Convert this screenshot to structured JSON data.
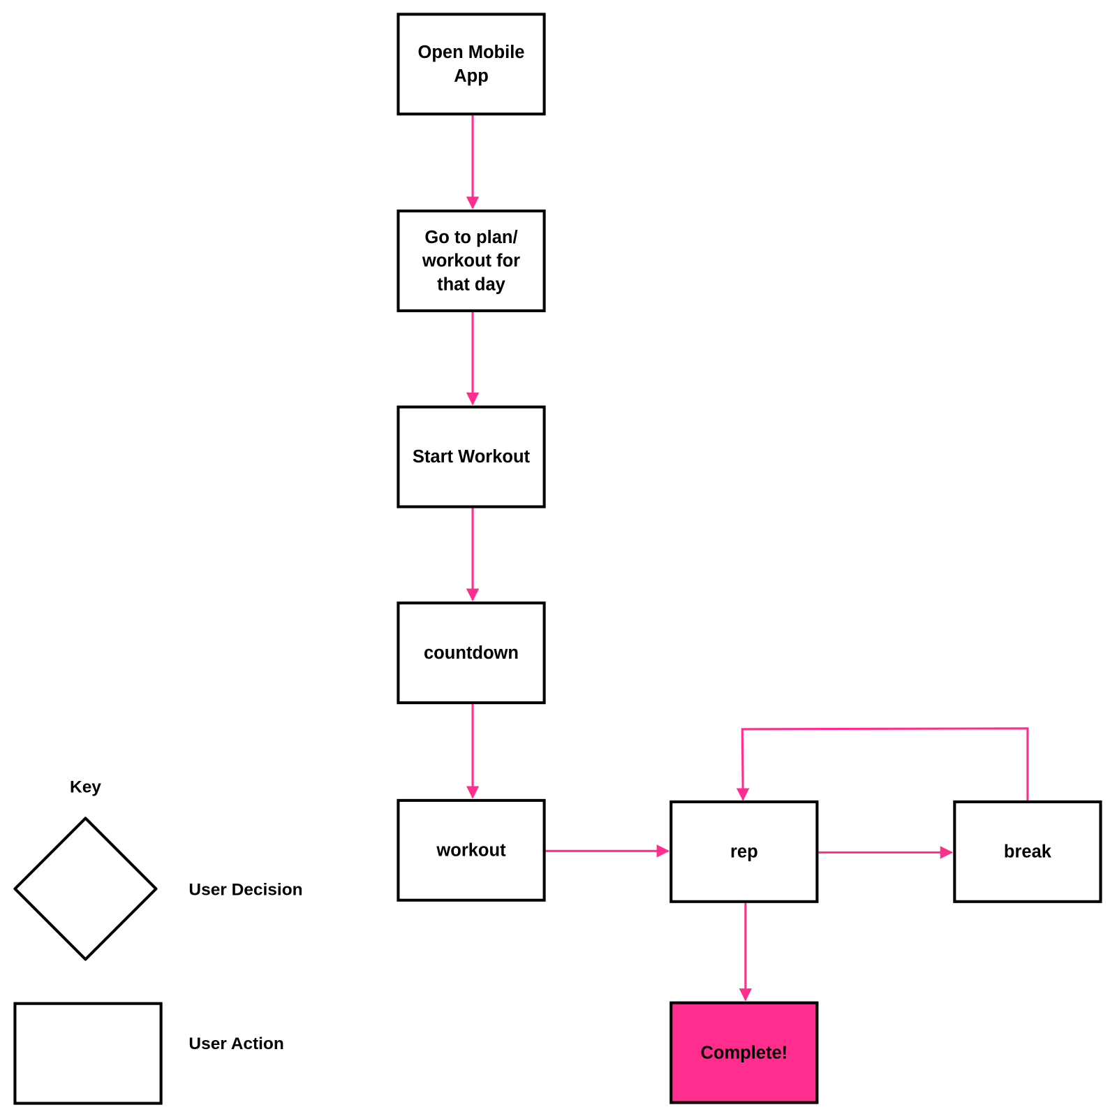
{
  "colors": {
    "accent": "#ff2d8e",
    "stroke": "#000000",
    "fill": "#ffffff"
  },
  "nodes": [
    {
      "id": "open",
      "lines": [
        "Open Mobile",
        "App"
      ]
    },
    {
      "id": "plan",
      "lines": [
        "Go to plan/",
        "workout for",
        "that day"
      ]
    },
    {
      "id": "start",
      "lines": [
        "Start Workout"
      ]
    },
    {
      "id": "countdown",
      "lines": [
        "countdown"
      ]
    },
    {
      "id": "workout",
      "lines": [
        "workout"
      ]
    },
    {
      "id": "rep",
      "lines": [
        "rep"
      ]
    },
    {
      "id": "break",
      "lines": [
        "break"
      ]
    },
    {
      "id": "complete",
      "lines": [
        "Complete!"
      ],
      "highlight": true
    }
  ],
  "edges": [
    {
      "from": "open",
      "to": "plan"
    },
    {
      "from": "plan",
      "to": "start"
    },
    {
      "from": "start",
      "to": "countdown"
    },
    {
      "from": "countdown",
      "to": "workout"
    },
    {
      "from": "workout",
      "to": "rep"
    },
    {
      "from": "rep",
      "to": "break"
    },
    {
      "from": "break",
      "to": "rep",
      "loop": true
    },
    {
      "from": "rep",
      "to": "complete"
    }
  ],
  "key": {
    "title": "Key",
    "decision_label": "User Decision",
    "action_label": "User Action"
  }
}
